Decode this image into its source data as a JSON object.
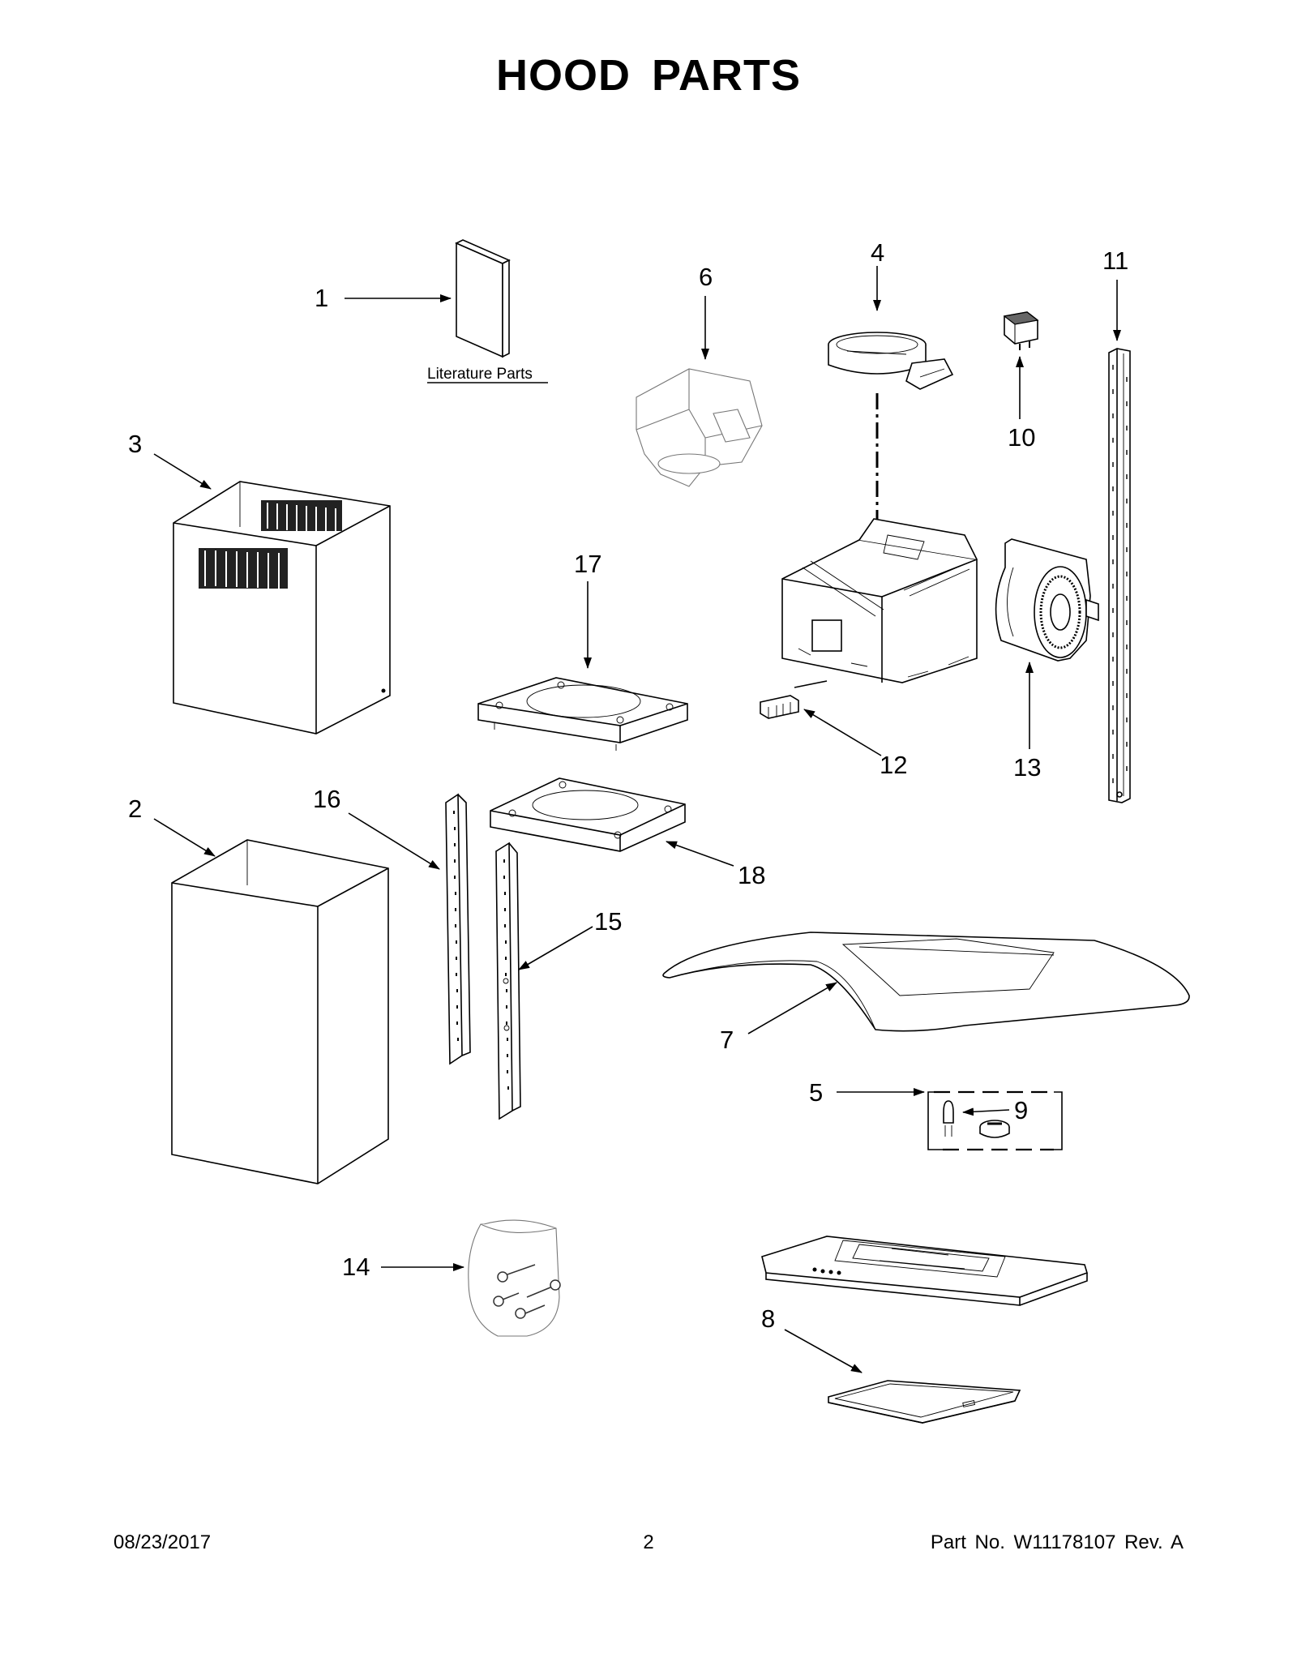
{
  "title": "HOOD PARTS",
  "literature_label": "Literature Parts",
  "callouts": {
    "c1": "1",
    "c2": "2",
    "c3": "3",
    "c4": "4",
    "c5": "5",
    "c6": "6",
    "c7": "7",
    "c8": "8",
    "c9": "9",
    "c10": "10",
    "c11": "11",
    "c12": "12",
    "c13": "13",
    "c14": "14",
    "c15": "15",
    "c16": "16",
    "c17": "17",
    "c18": "18"
  },
  "footer": {
    "date": "08/23/2017",
    "page": "2",
    "part": "Part No.  W11178107  Rev.  A"
  }
}
